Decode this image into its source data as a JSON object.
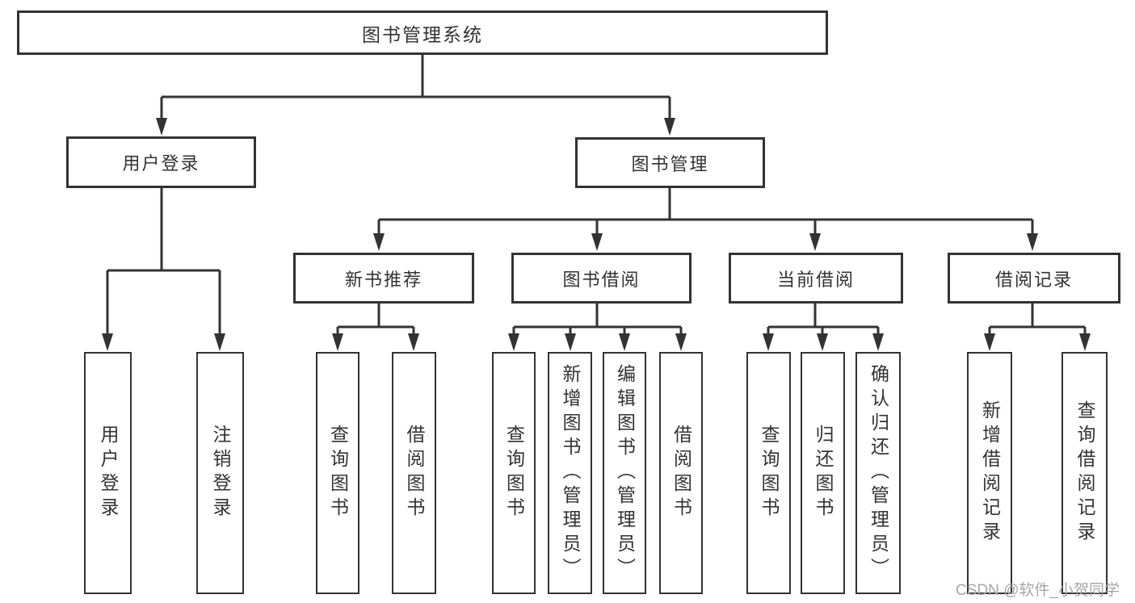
{
  "diagram": {
    "root": {
      "label": "图书管理系统"
    },
    "level2": [
      {
        "label": "用户登录"
      },
      {
        "label": "图书管理"
      }
    ],
    "level3": [
      {
        "label": "新书推荐"
      },
      {
        "label": "图书借阅"
      },
      {
        "label": "当前借阅"
      },
      {
        "label": "借阅记录"
      }
    ],
    "leaves": {
      "user_login": [
        "用户登录",
        "注销登录"
      ],
      "new_books": [
        "查询图书",
        "借阅图书"
      ],
      "book_borrow": [
        "查询图书",
        "新增图书（管理员）",
        "编辑图书（管理员）",
        "借阅图书"
      ],
      "current_borrow": [
        "查询图书",
        "归还图书",
        "确认归还（管理员）"
      ],
      "borrow_records": [
        "新增借阅记录",
        "查询借阅记录"
      ]
    }
  },
  "watermark": {
    "text": "CSDN @软件_小贺同学"
  },
  "colors": {
    "line": "#333333",
    "text": "#333333",
    "box_background": "#ffffff",
    "watermark": "#a6a6a6",
    "background": "#ffffff"
  }
}
